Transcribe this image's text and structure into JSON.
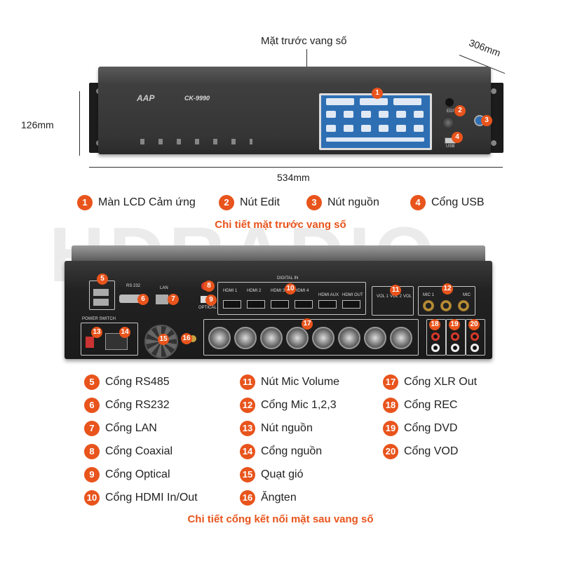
{
  "front": {
    "heading": "Mặt trước vang số",
    "depth": "306mm",
    "height": "126mm",
    "width": "534mm",
    "brand": "AAP",
    "model": "CK-9990",
    "usb_label": "USB",
    "edit_label": "EDIT"
  },
  "front_legend": [
    {
      "num": "1",
      "label": "Màn LCD Cảm ứng"
    },
    {
      "num": "2",
      "label": "Nút Edit"
    },
    {
      "num": "3",
      "label": "Nút nguồn"
    },
    {
      "num": "4",
      "label": "Cổng USB"
    }
  ],
  "front_title": "Chi tiết mặt trước vang số",
  "watermark": {
    "main": "HDRADIO"
  },
  "rear_legend": {
    "col1": [
      {
        "num": "5",
        "label": "Cổng RS485"
      },
      {
        "num": "6",
        "label": "Cổng RS232"
      },
      {
        "num": "7",
        "label": "Cổng LAN"
      },
      {
        "num": "8",
        "label": "Cổng Coaxial"
      },
      {
        "num": "9",
        "label": "Cổng Optical"
      },
      {
        "num": "10",
        "label": "Cổng HDMI In/Out"
      }
    ],
    "col2": [
      {
        "num": "11",
        "label": "Nút Mic Volume"
      },
      {
        "num": "12",
        "label": "Cổng Mic 1,2,3"
      },
      {
        "num": "13",
        "label": "Nút nguồn"
      },
      {
        "num": "14",
        "label": "Cổng nguồn"
      },
      {
        "num": "15",
        "label": "Quạt gió"
      },
      {
        "num": "16",
        "label": "Ăngten"
      }
    ],
    "col3": [
      {
        "num": "17",
        "label": "Cổng XLR Out"
      },
      {
        "num": "18",
        "label": "Cổng REC"
      },
      {
        "num": "19",
        "label": "Cổng DVD"
      },
      {
        "num": "20",
        "label": "Cổng VOD"
      }
    ]
  },
  "rear_title": "Chi tiết cổng kết nối mặt sau vang số",
  "rear_port_labels": {
    "rs232": "RS 232",
    "lan": "LAN",
    "digital_in": "DIGITAL IN",
    "hdmi1": "HDMI 1",
    "hdmi2": "HDMI 2",
    "hdmi3": "HDMI 3",
    "hdmi4": "HDMI 4",
    "hdmi_aux": "HDMI AUX",
    "hdmi_out": "HDMI OUT",
    "vol1": "VOL 1",
    "vol2": "VOL 2",
    "vol3": "VOL",
    "mic1": "MIC 1",
    "mic2": "MIC",
    "power_switch": "POWER SWITCH",
    "optical": "OPTICAL"
  },
  "colors": {
    "accent": "#e8541c",
    "lcd": "#2e6fb4"
  }
}
